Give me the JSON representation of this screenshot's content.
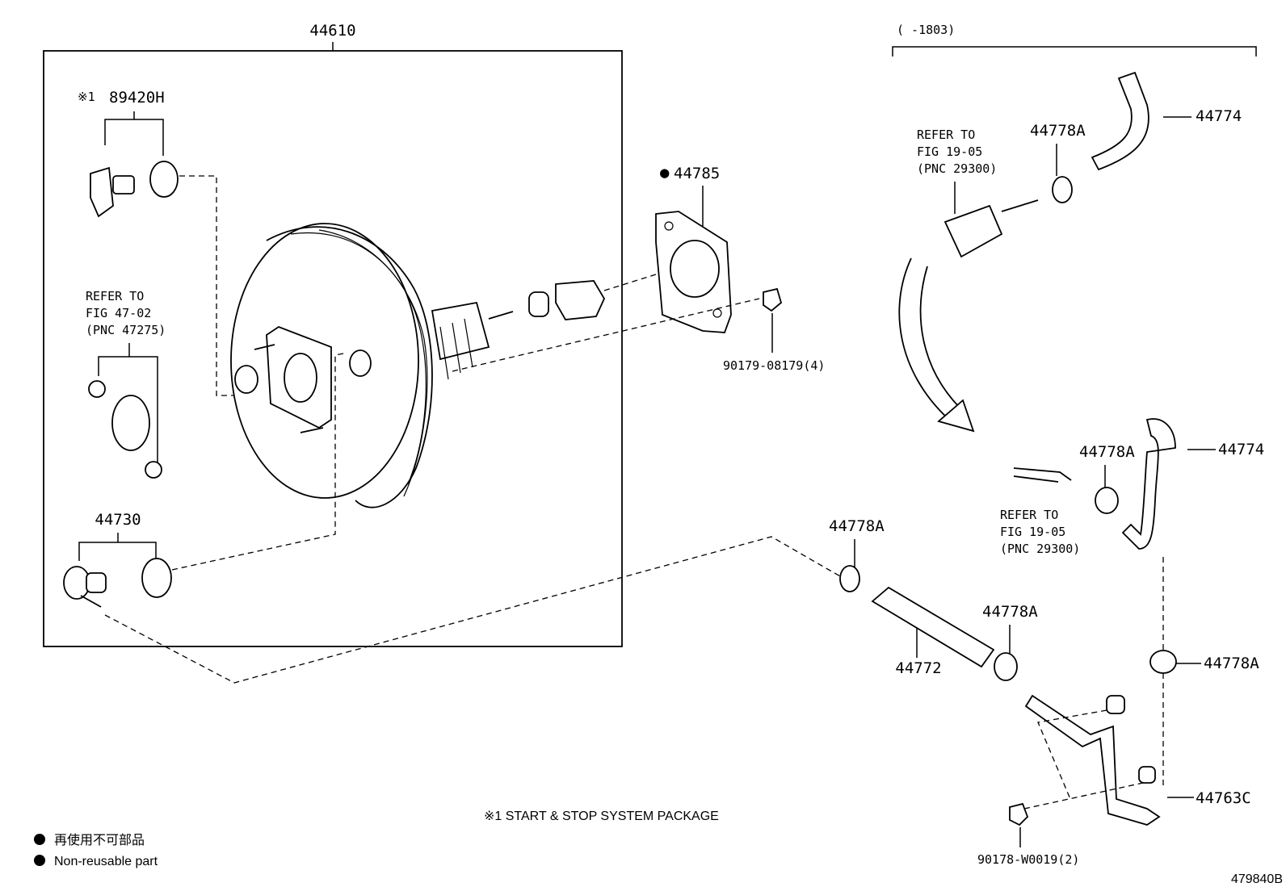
{
  "labels": {
    "booster_assy": "44610",
    "switch_pkg": "89420H",
    "switch_note_mark": "※1",
    "gasket": "44785",
    "nut_a": "90179-08179(4)",
    "check_valve_grp": "44730",
    "refer_fig_47_line1": "REFER TO",
    "refer_fig_47_line2": "FIG 47-02",
    "refer_fig_47_line3": "(PNC 47275)",
    "date_range": "(    -1803)",
    "hose_upper_1": "44774",
    "clamp_upper_1": "44778A",
    "refer_fig_19_a_line1": "REFER TO",
    "refer_fig_19_a_line2": "FIG 19-05",
    "refer_fig_19_a_line3": "(PNC 29300)",
    "hose_upper_2": "44774",
    "clamp_upper_2": "44778A",
    "refer_fig_19_b_line1": "REFER TO",
    "refer_fig_19_b_line2": "FIG 19-05",
    "refer_fig_19_b_line3": "(PNC 29300)",
    "clamp_mid": "44778A",
    "hose_mid": "44772",
    "clamp_lower_left": "44778A",
    "clamp_lower_right": "44778A",
    "tube": "44763C",
    "nut_b": "90178-W0019(2)",
    "footnote": "※1 START & STOP SYSTEM PACKAGE",
    "legend_jp": "再使用不可部品",
    "legend_en": "Non-reusable part",
    "figure_id": "479840B"
  },
  "colors": {
    "ink": "#000000",
    "paper": "#ffffff"
  }
}
